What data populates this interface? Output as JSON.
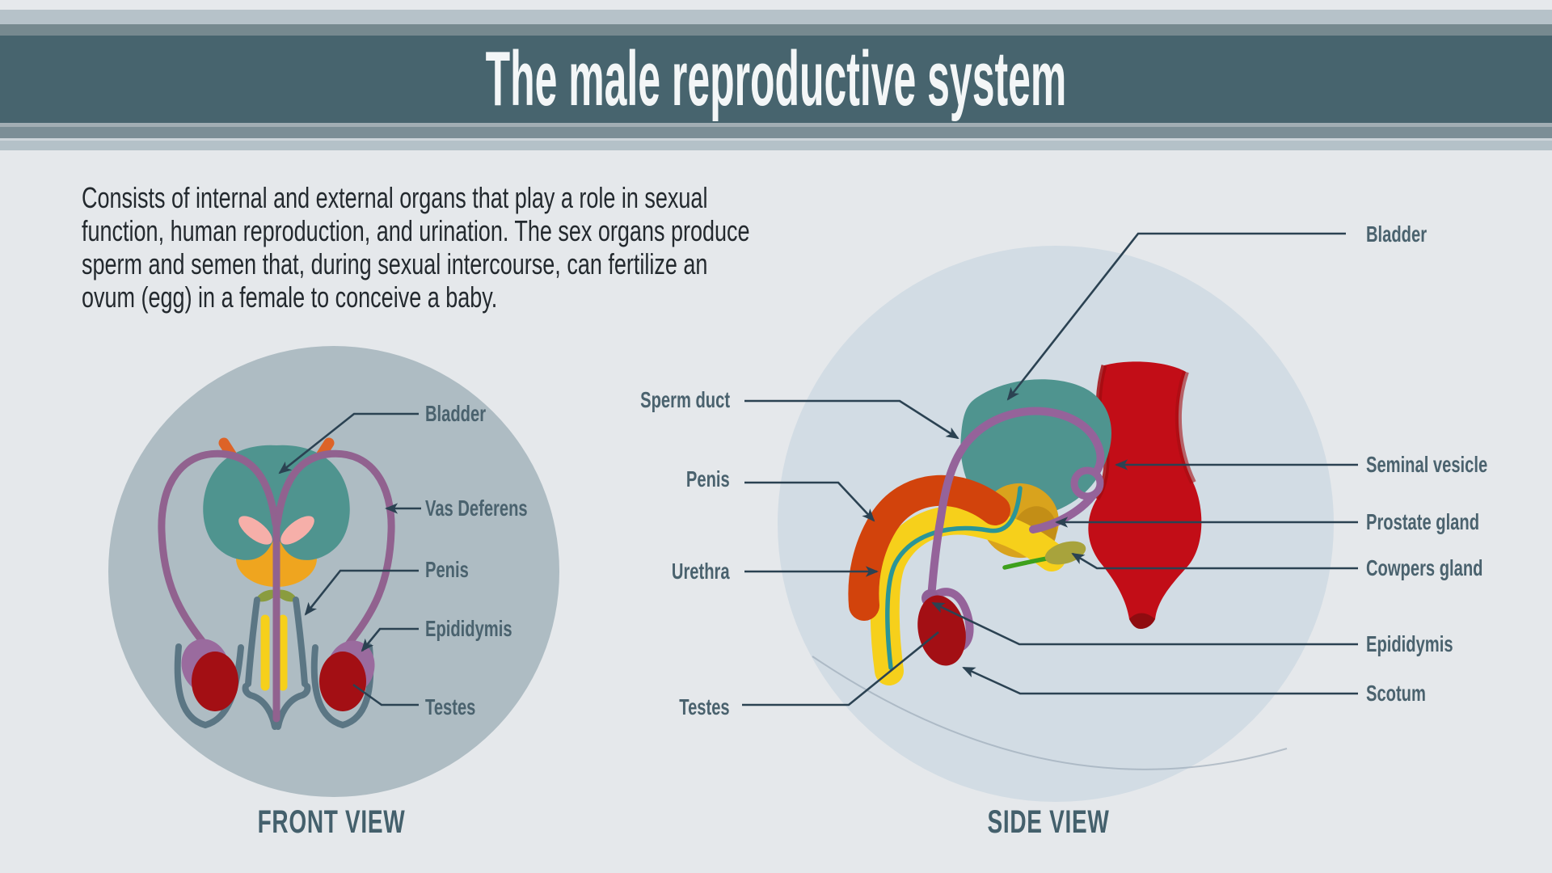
{
  "header": {
    "title": "The male reproductive system"
  },
  "intro": {
    "text": "Consists of internal and external organs that play a role in sexual\nfunction, human reproduction, and urination. The sex organs produce\nsperm and semen that, during sexual intercourse, can fertilize an\novum (egg) in a female to conceive a baby."
  },
  "front_view": {
    "caption": "FRONT VIEW",
    "labels": {
      "bladder": "Bladder",
      "vas_deferens": "Vas Deferens",
      "penis": "Penis",
      "epididymis": "Epididymis",
      "testes": "Testes"
    }
  },
  "side_view": {
    "caption": "SIDE VIEW",
    "labels": {
      "sperm_duct": "Sperm duct",
      "penis": "Penis",
      "urethra": "Urethra",
      "testes": "Testes",
      "bladder": "Bladder",
      "seminal_vesicle": "Seminal vesicle",
      "prostate_gland": "Prostate gland",
      "cowpers_gland": "Cowpers gland",
      "epididymis": "Epididymis",
      "scrotum": "Scotum"
    }
  },
  "colors": {
    "header_bar": "#47646e",
    "background": "#e5e8eb",
    "front_circle": "#aebcc3",
    "side_circle": "#d2dce4",
    "label_text": "#4a626e",
    "leader_line": "#2b4252",
    "organ_teal": "#4f948f",
    "organ_purple": "#91628f",
    "organ_yellow": "#f6d01b",
    "organ_orange": "#d2430c",
    "testes_red": "#a30f14",
    "rectum_red": "#c20d17",
    "prostate": "#d9a31d",
    "seminal_pink": "#f6afa9",
    "urethra_teal": "#2b9597",
    "green_duct": "#3da01c"
  }
}
